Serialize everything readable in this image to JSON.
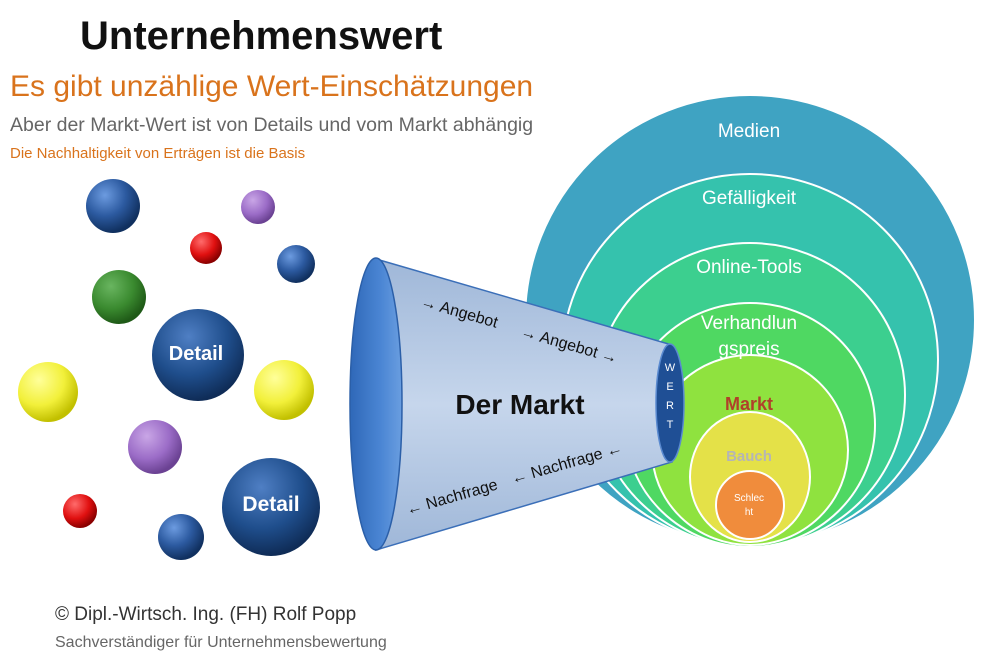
{
  "header": {
    "title": "Unternehmenswert",
    "subtitle": "Es gibt unzählige Wert-Einschätzungen",
    "line_market": "Aber der Markt-Wert ist von Details und vom Markt abhängig",
    "line_basis": "Die Nachhaltigkeit von Erträgen ist die Basis"
  },
  "details": {
    "detail_1": "Detail",
    "detail_2": "Detail"
  },
  "funnel": {
    "label": "Der Markt",
    "wert": [
      "W",
      "E",
      "R",
      "T"
    ],
    "angebot_1": "→ Angebot",
    "angebot_2": "→ Angebot →",
    "nachfrage_1": "← Nachfrage",
    "nachfrage_2": "← Nachfrage ←"
  },
  "rings": {
    "medien": "Medien",
    "gefaelligkeit": "Gefälligkeit",
    "online_tools": "Online-Tools",
    "verhandlung_1": "Verhandlun",
    "verhandlung_2": "gspreis",
    "markt": "Markt",
    "bauch": "Bauch",
    "schlecht_1": "Schlec",
    "schlecht_2": "ht"
  },
  "footer": {
    "copyright": "© Dipl.-Wirtsch. Ing. (FH) Rolf Popp",
    "role": "Sachverständiger für Unternehmensbewertung"
  },
  "colors": {
    "orange": "#d9731c",
    "ring_medien": "#3f9fbd",
    "ring_gefaelligkeit": "#2fbfa8",
    "ring_online": "#3bcf8a",
    "ring_verhandlung": "#52d85a",
    "ring_markt": "#8fe33d",
    "ring_bauch": "#e2e04a",
    "ring_schlecht": "#f08a3c",
    "funnel": "#b8cce4",
    "detail_blue": "#1f4e8c"
  }
}
